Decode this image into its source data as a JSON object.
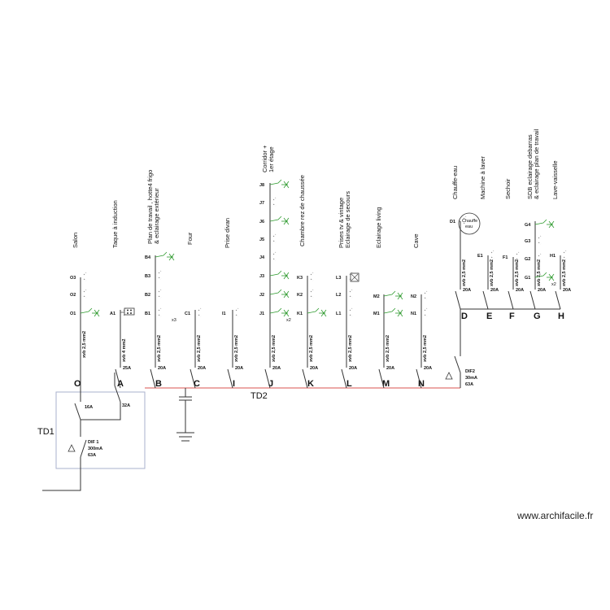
{
  "boards": {
    "td1": "TD1",
    "td2": "TD2"
  },
  "differentials": [
    {
      "lines": [
        "DIF 1",
        "300mA",
        "63A"
      ]
    },
    {
      "lines": [
        "DIF2",
        "30mA",
        "63A"
      ]
    }
  ],
  "main_breakers": [
    "16A",
    "32A"
  ],
  "circuits": [
    {
      "letter": "O",
      "label": [
        "Salon"
      ],
      "cable": "xvb 2,5 mm2",
      "breaker": "",
      "points": [
        "O3",
        "O2",
        "O1"
      ]
    },
    {
      "letter": "A",
      "label": [
        "Taque à induction"
      ],
      "cable": "xvb 4 mm2",
      "breaker": "25A",
      "points": [
        "A1"
      ]
    },
    {
      "letter": "B",
      "label": [
        "Plan de travail , hotte4  frigo",
        "& eclairage extérieur"
      ],
      "cable": "xvb 2,5 mm2",
      "breaker": "20A",
      "points": [
        "B4",
        "B3",
        "B2",
        "B1"
      ],
      "note": "x3"
    },
    {
      "letter": "C",
      "label": [
        "Four"
      ],
      "cable": "xvb 2,5 mm2",
      "breaker": "20A",
      "points": [
        "C1"
      ]
    },
    {
      "letter": "I",
      "label": [
        "Prise divan"
      ],
      "cable": "xvb 2,5 mm2",
      "breaker": "20A",
      "points": [
        "I1"
      ]
    },
    {
      "letter": "J",
      "label": [
        "Corridor +",
        "1er étage"
      ],
      "cable": "xvb 2,5 mm2",
      "breaker": "20A",
      "points": [
        "J8",
        "J7",
        "J6",
        "J5",
        "J4",
        "J3",
        "J2",
        "J1"
      ],
      "note": "x2"
    },
    {
      "letter": "K",
      "label": [
        "Chambre rez de chaussée"
      ],
      "cable": "xvb 2,5 mm2",
      "breaker": "20A",
      "points": [
        "K3",
        "K2",
        "K1"
      ]
    },
    {
      "letter": "L",
      "label": [
        "Prises tv & vintage",
        "Eclairage de secours"
      ],
      "cable": "xvb 2,5 mm2",
      "breaker": "20A",
      "points": [
        "L3",
        "L2",
        "L1"
      ]
    },
    {
      "letter": "M",
      "label": [
        "Eclairage living"
      ],
      "cable": "xvb 2,5 mm2",
      "breaker": "20A",
      "points": [
        "M2",
        "M1"
      ]
    },
    {
      "letter": "N",
      "label": [
        "Cave"
      ],
      "cable": "xvb 2,5 mm2",
      "breaker": "20A",
      "points": [
        "N2",
        "N1"
      ]
    },
    {
      "letter": "D",
      "label": [
        "Chauffe-eau"
      ],
      "cable": "xvb 2,5 mm2",
      "breaker": "20A",
      "points": [
        "D1"
      ],
      "device": [
        "Chauffe",
        "eau"
      ]
    },
    {
      "letter": "E",
      "label": [
        "Machine à laver"
      ],
      "cable": "xvb 2,5 mm2",
      "breaker": "20A",
      "points": [
        "E1"
      ]
    },
    {
      "letter": "F",
      "label": [
        "Sechoir"
      ],
      "cable": "xvb 2,5 mm2",
      "breaker": "20A",
      "points": [
        "F1"
      ]
    },
    {
      "letter": "G",
      "label": [
        "SDB eclairage debarras",
        "& eclairage plan de travail"
      ],
      "cable": "xvb 2,5 mm2",
      "breaker": "20A",
      "points": [
        "G4",
        "G3",
        "G2",
        "G1"
      ],
      "note": "x2"
    },
    {
      "letter": "H",
      "label": [
        "Lave-vaisselle"
      ],
      "cable": "xvb 2,5 mm2",
      "breaker": "20A",
      "points": [
        "H1"
      ]
    }
  ],
  "credit": "www.archifacile.fr"
}
